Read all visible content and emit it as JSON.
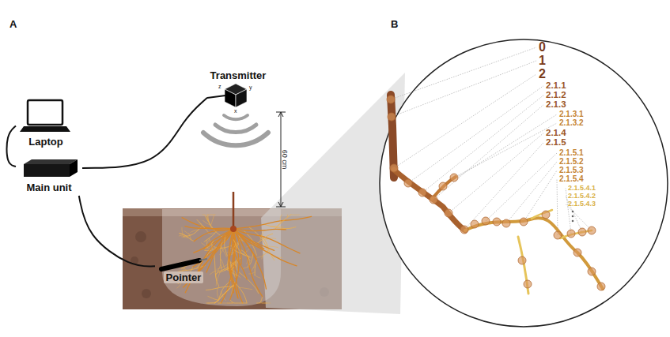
{
  "diagram": {
    "nodes": [
      {
        "text": [
          "Transmitter"
        ]
      },
      {
        "text": [
          "Laptop"
        ]
      },
      {
        "text": [
          "Main unit"
        ]
      },
      {
        "text": [
          "Pointer"
        ]
      }
    ],
    "edges": [
      {
        "from": 1,
        "to": 2,
        "arrow": "none"
      },
      {
        "from": 2,
        "to": 0,
        "arrow": "none"
      },
      {
        "from": 2,
        "to": 3,
        "arrow": "none"
      }
    ],
    "labels": [
      "A",
      "B",
      "z",
      "y",
      "x",
      "60 cm",
      "0",
      "1",
      "2",
      "2.1.1",
      "2.1.2",
      "2.1.3",
      "2.1.3.1",
      "2.1.3.2",
      "2.1.4",
      "2.1.5",
      "2.1.5.1",
      "2.1.5.2",
      "2.1.5.3",
      "2.1.5.4",
      "2.1.5.4.1",
      "2.1.5.4.2",
      "2.1.5.4.3"
    ]
  }
}
